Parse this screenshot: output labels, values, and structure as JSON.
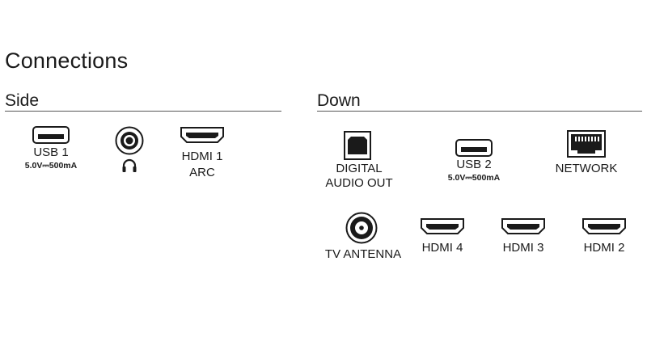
{
  "title": "Connections",
  "sections": {
    "side": {
      "heading": "Side",
      "ports": {
        "usb1": {
          "label": "USB 1",
          "spec": "5.0V⎓500mA",
          "icon": "usb-port-icon"
        },
        "headphone": {
          "icon": "headphone-jack-icon",
          "symbol": "headphones-icon"
        },
        "hdmi1": {
          "label_line1": "HDMI 1",
          "label_line2": "ARC",
          "icon": "hdmi-port-icon"
        }
      }
    },
    "down": {
      "heading": "Down",
      "ports": {
        "digital_audio": {
          "label_line1": "DIGITAL",
          "label_line2": "AUDIO OUT",
          "icon": "optical-port-icon"
        },
        "usb2": {
          "label": "USB 2",
          "spec": "5.0V⎓500mA",
          "icon": "usb-port-icon"
        },
        "network": {
          "label": "NETWORK",
          "icon": "ethernet-port-icon"
        },
        "tv_antenna": {
          "label": "TV ANTENNA",
          "icon": "coax-port-icon"
        },
        "hdmi4": {
          "label": "HDMI 4",
          "icon": "hdmi-port-icon"
        },
        "hdmi3": {
          "label": "HDMI 3",
          "icon": "hdmi-port-icon"
        },
        "hdmi2": {
          "label": "HDMI 2",
          "icon": "hdmi-port-icon"
        }
      }
    }
  }
}
